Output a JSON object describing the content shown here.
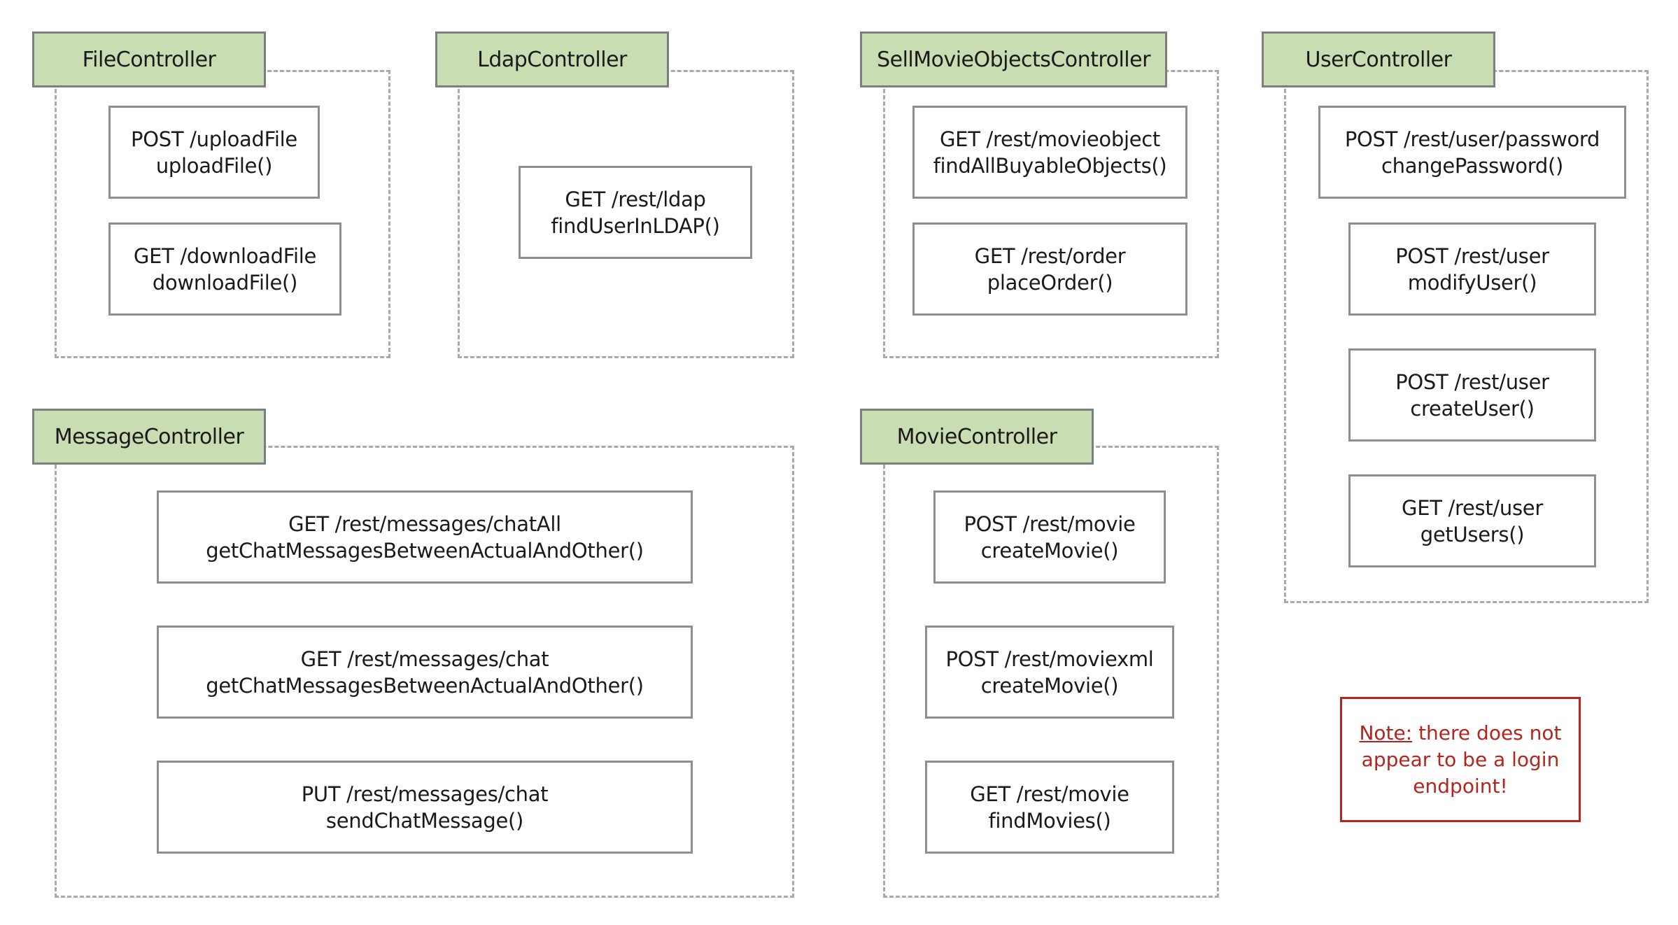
{
  "groups": {
    "file": {
      "title": "FileController",
      "endpoints": [
        {
          "route": "POST /uploadFile",
          "method": "uploadFile()"
        },
        {
          "route": "GET /downloadFile",
          "method": "downloadFile()"
        }
      ]
    },
    "ldap": {
      "title": "LdapController",
      "endpoints": [
        {
          "route": "GET /rest/ldap",
          "method": "findUserInLDAP()"
        }
      ]
    },
    "sell": {
      "title": "SellMovieObjectsController",
      "endpoints": [
        {
          "route": "GET /rest/movieobject",
          "method": "findAllBuyableObjects()"
        },
        {
          "route": "GET /rest/order",
          "method": "placeOrder()"
        }
      ]
    },
    "user": {
      "title": "UserController",
      "endpoints": [
        {
          "route": "POST /rest/user/password",
          "method": "changePassword()"
        },
        {
          "route": "POST /rest/user",
          "method": "modifyUser()"
        },
        {
          "route": "POST /rest/user",
          "method": "createUser()"
        },
        {
          "route": "GET /rest/user",
          "method": "getUsers()"
        }
      ]
    },
    "message": {
      "title": "MessageController",
      "endpoints": [
        {
          "route": "GET /rest/messages/chatAll",
          "method": "getChatMessagesBetweenActualAndOther()"
        },
        {
          "route": "GET /rest/messages/chat",
          "method": "getChatMessagesBetweenActualAndOther()"
        },
        {
          "route": "PUT /rest/messages/chat",
          "method": "sendChatMessage()"
        }
      ]
    },
    "movie": {
      "title": "MovieController",
      "endpoints": [
        {
          "route": "POST /rest/movie",
          "method": "createMovie()"
        },
        {
          "route": "POST /rest/moviexml",
          "method": "createMovie()"
        },
        {
          "route": "GET /rest/movie",
          "method": "findMovies()"
        }
      ]
    }
  },
  "note": {
    "label": "Note:",
    "text": " there does not appear to be a login endpoint!"
  },
  "colors": {
    "tab_fill": "#c9ddb2",
    "note": "#b3251e"
  }
}
